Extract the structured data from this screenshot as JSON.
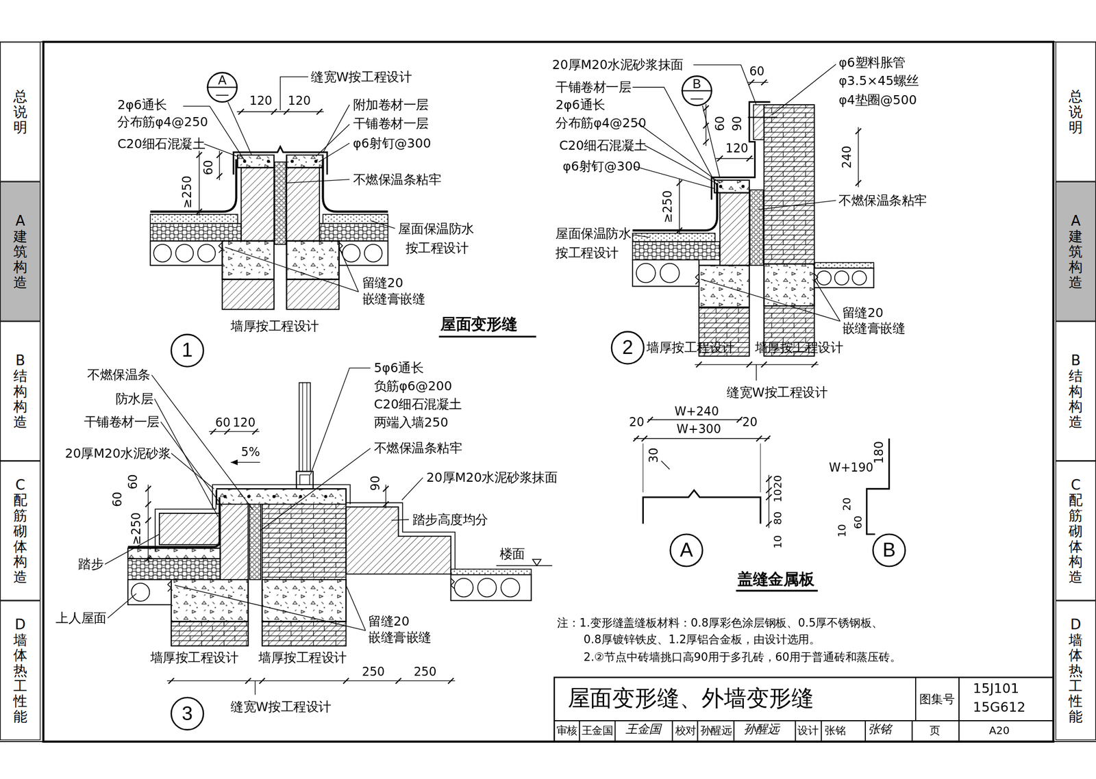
{
  "diagram": {
    "title": "屋面变形缝、外墙变形缝",
    "nodes": [
      {
        "text": [
          "总说明"
        ]
      },
      {
        "text": [
          "A建筑构造"
        ]
      },
      {
        "text": [
          "B结构构造"
        ]
      },
      {
        "text": [
          "C配筋砌体构造"
        ]
      },
      {
        "text": [
          "D墙体热工性能"
        ]
      },
      {
        "text": [
          "A",
          "—"
        ]
      },
      {
        "text": [
          "B",
          "—"
        ]
      },
      {
        "text": [
          "1"
        ]
      },
      {
        "text": [
          "2"
        ]
      },
      {
        "text": [
          "3"
        ]
      },
      {
        "text": [
          "A"
        ]
      },
      {
        "text": [
          "B"
        ]
      },
      {
        "text": [
          "总说明"
        ]
      },
      {
        "text": [
          "A建筑构造"
        ]
      },
      {
        "text": [
          "B结构构造"
        ]
      },
      {
        "text": [
          "C配筋砌体构造"
        ]
      },
      {
        "text": [
          "D墙体热工性能"
        ]
      }
    ],
    "labels": [
      "缝宽W按工程设计",
      "120",
      "120",
      "2φ6通长",
      "分布筋φ4@250",
      "C20细石混凝土",
      "附加卷材一层",
      "干铺卷材一层",
      "φ6射钉@300",
      "60",
      "≥250",
      "不燃保温条粘牢",
      "屋面保温防水",
      "按工程设计",
      "留缝20",
      "嵌缝膏嵌缝",
      "墙厚按工程设计",
      "屋面变形缝",
      "20厚M20水泥砂浆抹面",
      "60",
      "φ6塑料胀管",
      "φ3.5×45螺丝",
      "φ4垫圈@500",
      "干铺卷材一层",
      "2φ6通长",
      "分布筋φ4@250",
      "60",
      "90",
      "C20细石混凝土",
      "120",
      "240",
      "φ6射钉@300",
      "≥250",
      "不燃保温条粘牢",
      "屋面保温防水",
      "按工程设计",
      "留缝20",
      "嵌缝膏嵌缝",
      "墙厚按工程设计",
      "墙厚按工程设计",
      "缝宽W按工程设计",
      "不燃保温条",
      "5φ6通长",
      "负筋φ6@200",
      "C20细石混凝土",
      "两端入墙250",
      "防水层",
      "干铺卷材一层",
      "60",
      "120",
      "5%",
      "不燃保温条粘牢",
      "20厚M20水泥砂浆",
      "20厚M20水泥砂浆抹面",
      "60",
      "90",
      "60",
      "≥250",
      "踏步高度均分",
      "楼面",
      "踏步",
      "上人屋面",
      "留缝20",
      "嵌缝膏嵌缝",
      "墙厚按工程设计",
      "墙厚按工程设计",
      "250",
      "250",
      "缝宽W按工程设计",
      "W+240",
      "W+300",
      "20",
      "20",
      "30",
      "20",
      "10",
      "80",
      "10",
      "180",
      "W+190",
      "20",
      "10",
      "60",
      "盖缝金属板",
      "注：1.变形缝盖缝板材料：0.8厚彩色涂层钢板、0.5厚不锈钢板、",
      "0.8厚镀锌铁皮、1.2厚铝合金板，由设计选用。",
      "2.②节点中砖墙挑口高90用于多孔砖，60用于普通砖和蒸压砖。",
      "图集号",
      "15J101",
      "15G612",
      "审核",
      "王金国",
      "王金国",
      "校对",
      "孙醒远",
      "孙醒远",
      "设计",
      "张铭",
      "张铭",
      "页",
      "A20"
    ]
  }
}
